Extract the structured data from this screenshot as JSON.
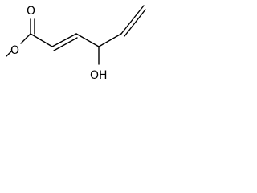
{
  "molecule": {
    "atoms": {
      "carbonyl_oxygen": "O",
      "ester_oxygen": "O",
      "hydroxyl": "OH"
    },
    "colors": {
      "bond": "#000000",
      "text": "#000000",
      "background": "#ffffff"
    }
  }
}
